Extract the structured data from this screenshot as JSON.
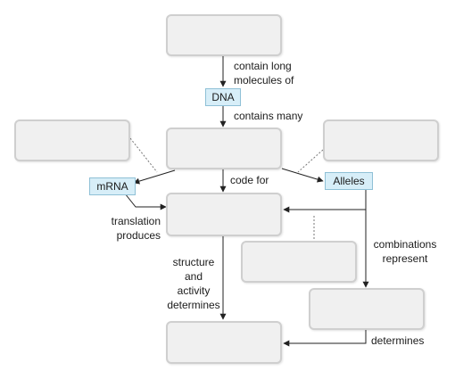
{
  "terms": {
    "dna": "DNA",
    "mrna": "mRNA",
    "alleles": "Alleles"
  },
  "links": {
    "contain_long_molecules_of": "contain long\nmolecules of",
    "contains_many": "contains many",
    "code_for": "code for",
    "translation_produces": "translation\nproduces",
    "structure_activity_determines": "structure\nand\nactivity\ndetermines",
    "combinations_represent": "combinations\nrepresent",
    "determines": "determines"
  },
  "boxes": {
    "top": "",
    "genes": "",
    "left": "",
    "right": "",
    "proteins": "",
    "middle": "",
    "genotype": "",
    "bottom": ""
  },
  "colors": {
    "box_fill": "#f0f0f0",
    "box_border": "#cfcfcf",
    "term_fill": "#d7eef8",
    "term_border": "#8fc0d6"
  }
}
